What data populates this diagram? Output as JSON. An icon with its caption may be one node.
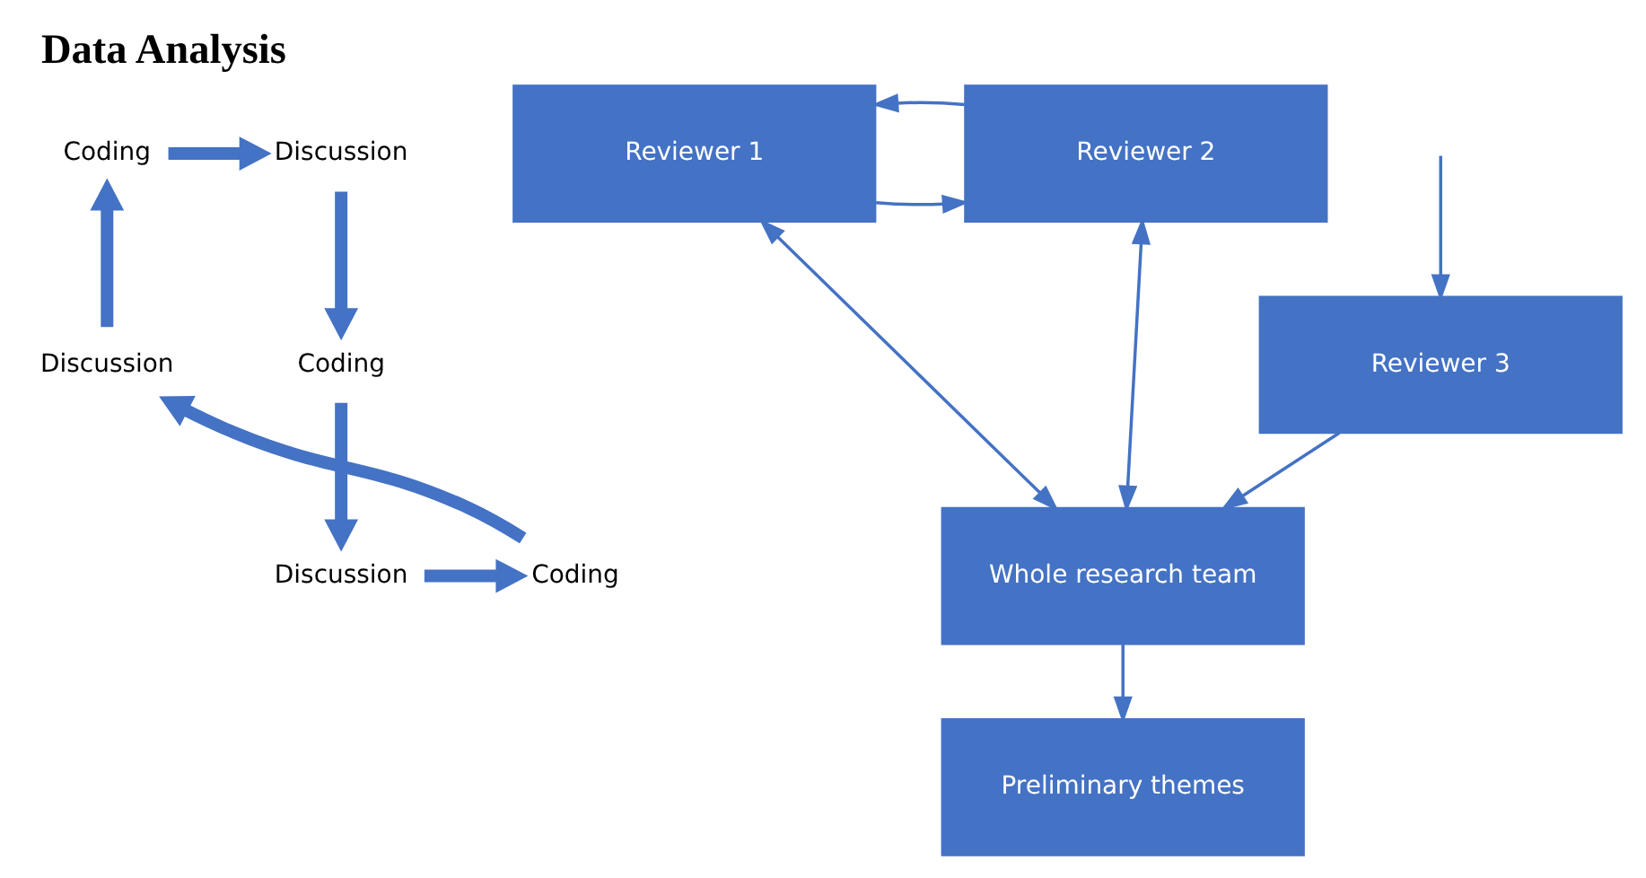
{
  "diagram": {
    "title": "Data Analysis",
    "nodes": [
      {
        "text": [
          "Coding"
        ]
      },
      {
        "text": [
          "Discussion"
        ]
      },
      {
        "text": [
          "Coding"
        ]
      },
      {
        "text": [
          "Discussion"
        ]
      },
      {
        "text": [
          "Coding"
        ]
      },
      {
        "text": [
          "Discussion"
        ]
      },
      {
        "text": [
          "Reviewer 1"
        ]
      },
      {
        "text": [
          "Reviewer 2"
        ]
      },
      {
        "text": [
          "Reviewer 3"
        ]
      },
      {
        "text": [
          "Whole research team"
        ]
      },
      {
        "text": [
          "Preliminary themes"
        ]
      }
    ],
    "edges": [
      {
        "from": 0,
        "to": 1,
        "arrow": "to",
        "style": "thick"
      },
      {
        "from": 1,
        "to": 2,
        "arrow": "to",
        "style": "thick"
      },
      {
        "from": 2,
        "to": 3,
        "arrow": "to",
        "style": "thick"
      },
      {
        "from": 3,
        "to": 4,
        "arrow": "to",
        "style": "thick"
      },
      {
        "from": 4,
        "to": 5,
        "arrow": "to",
        "style": "thick"
      },
      {
        "from": 5,
        "to": 0,
        "arrow": "to",
        "style": "thick"
      },
      {
        "from": 6,
        "to": 7,
        "arrow": "to"
      },
      {
        "from": 7,
        "to": 6,
        "arrow": "to"
      },
      {
        "from": null,
        "to": 8,
        "arrow": "to"
      },
      {
        "from": 8,
        "to": 9,
        "arrow": "to"
      },
      {
        "from": 6,
        "to": 9,
        "arrow": "both"
      },
      {
        "from": 7,
        "to": 9,
        "arrow": "both"
      },
      {
        "from": 9,
        "to": 10,
        "arrow": "to"
      }
    ]
  }
}
